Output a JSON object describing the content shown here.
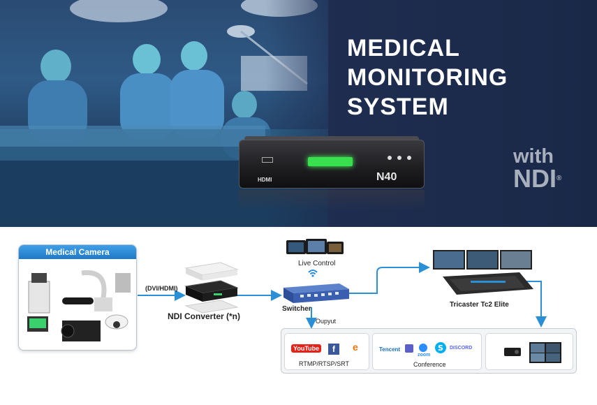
{
  "hero": {
    "title_lines": [
      "MEDICAL",
      "MONITORING",
      "SYSTEM"
    ],
    "badge_with": "with",
    "badge_ndi": "NDI",
    "badge_reg": "®",
    "device_port_label": "HDMI",
    "device_logo": "N40"
  },
  "diagram": {
    "camera_panel_title": "Medical Camera",
    "input_label": "(DVI/HDMI)",
    "converter_label": "NDI Converter (*n)",
    "live_control_label": "Live Control",
    "switcher_label": "Switcher",
    "output_label": "Oupyut",
    "tricaster_label": "Tricaster Tc2 Elite",
    "streaming_label": "RTMP/RTSP/SRT",
    "conference_label": "Conference",
    "streaming_logos": {
      "youtube": "YouTube",
      "facebook": "f",
      "weibo": "e"
    },
    "conference_logos": {
      "tencent": "Tencent",
      "zoom": "zoom",
      "discord": "DISCORD"
    }
  },
  "colors": {
    "hero_bg": "#1e2c4f",
    "arrow_blue": "#2b8fd6",
    "panel_header_blue": "#1f78c8",
    "switcher_blue": "#3a5fb0",
    "screen_green": "#37e04c"
  }
}
